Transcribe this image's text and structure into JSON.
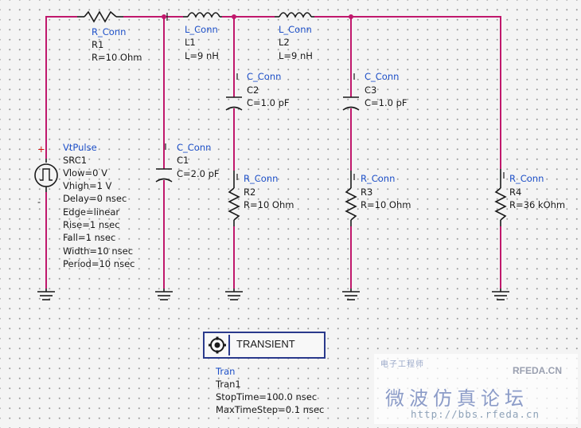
{
  "colors": {
    "wire": "#c0186c",
    "component": "#1a1a1a",
    "param_name": "#1e50c8",
    "param_value": "#1a1a1a",
    "background": "#f4f4f4"
  },
  "components": {
    "R1": {
      "type_label": "R_Conn",
      "name": "R1",
      "param": "R=10 Ohm"
    },
    "L1": {
      "type_label": "L_Conn",
      "name": "L1",
      "param": "L=9 nH"
    },
    "L2": {
      "type_label": "L_Conn",
      "name": "L2",
      "param": "L=9 nH"
    },
    "C1": {
      "type_label": "C_Conn",
      "name": "C1",
      "param": "C=2.0 pF"
    },
    "C2": {
      "type_label": "C_Conn",
      "name": "C2",
      "param": "C=1.0 pF"
    },
    "C3": {
      "type_label": "C_Conn",
      "name": "C3",
      "param": "C=1.0 pF"
    },
    "R2": {
      "type_label": "R_Conn",
      "name": "R2",
      "param": "R=10 Ohm"
    },
    "R3": {
      "type_label": "R_Conn",
      "name": "R3",
      "param": "R=10 Ohm"
    },
    "R4": {
      "type_label": "R_Conn",
      "name": "R4",
      "param": "R=36 kOhm"
    },
    "SRC1": {
      "type_label": "VtPulse",
      "name": "SRC1",
      "params": [
        "Vlow=0 V",
        "Vhigh=1 V",
        "Delay=0 nsec",
        "Edge=linear",
        "Rise=1 nsec",
        "Fall=1 nsec",
        "Width=10 nsec",
        "Period=10 nsec"
      ],
      "plus": "+",
      "minus": "-"
    }
  },
  "simulation": {
    "title": "TRANSIENT",
    "type_label": "Tran",
    "name": "Tran1",
    "params": [
      "StopTime=100.0 nsec",
      "MaxTimeStep=0.1 nsec"
    ]
  },
  "watermark": {
    "line1": "电子工程师",
    "brand": "RFEDA.CN",
    "title": "微波仿真论坛",
    "url": "http://bbs.rfeda.cn"
  }
}
